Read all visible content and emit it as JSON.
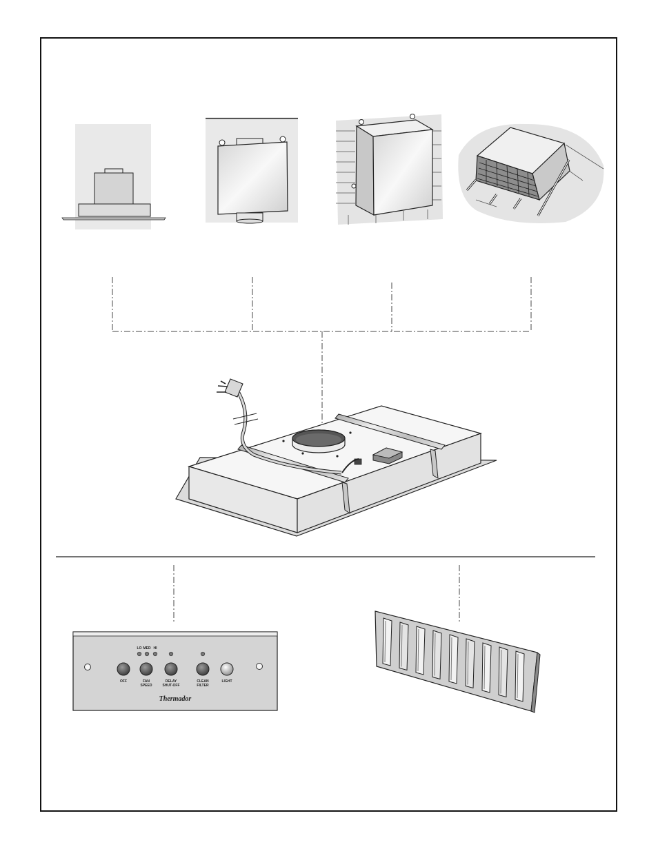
{
  "control_panel": {
    "speed_labels": [
      "LO",
      "MED",
      "HI"
    ],
    "buttons": [
      "OFF",
      "FAN\nSPEED",
      "DELAY\nSHUT-OFF",
      "CLEAN\nFILTER",
      "LIGHT"
    ],
    "brand": "Thermador"
  },
  "colors": {
    "line": "#222222",
    "light_fill": "#eeeeee",
    "mid_fill": "#d9d9d9",
    "dark_fill": "#555555"
  }
}
